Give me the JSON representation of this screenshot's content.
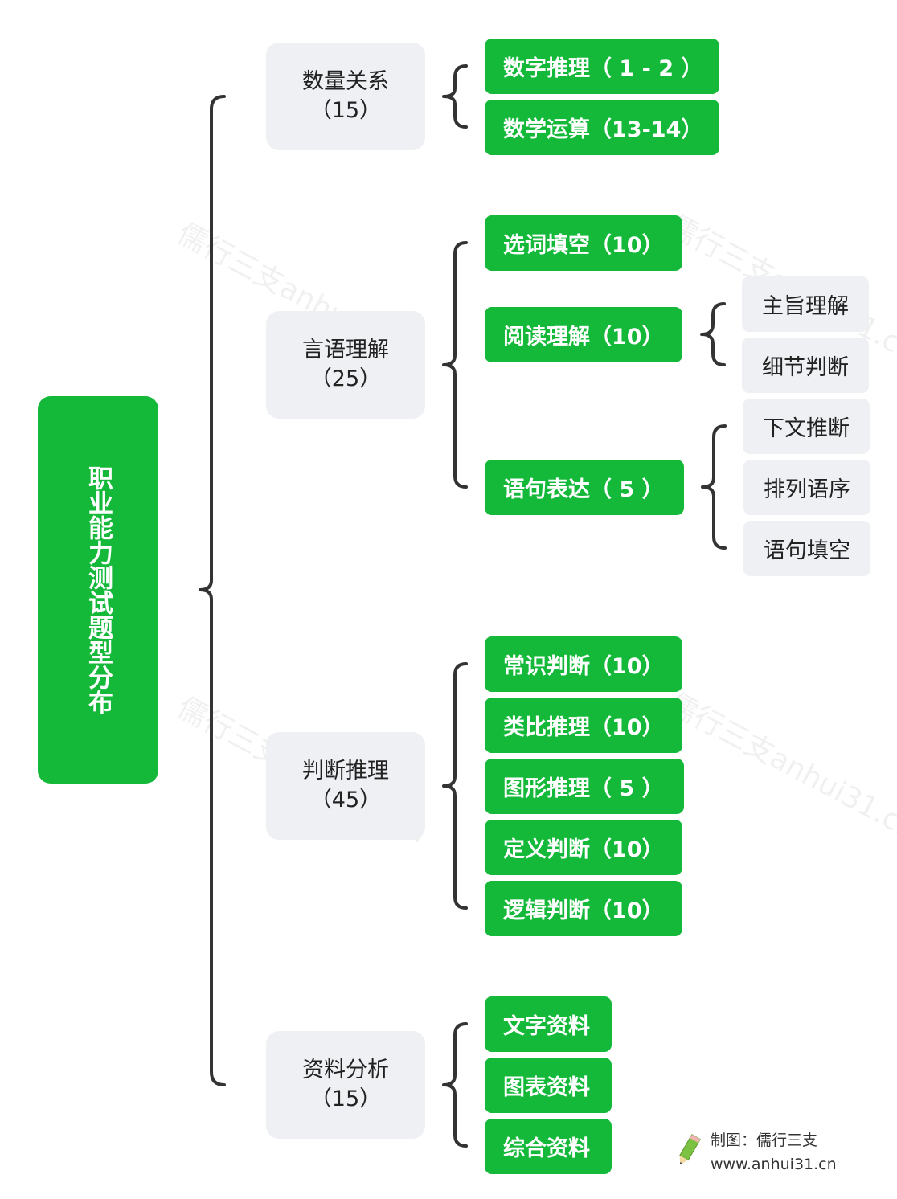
{
  "root": {
    "title": "职业能力测试题型分布"
  },
  "categories": [
    {
      "name": "数量关系",
      "count": "（15）"
    },
    {
      "name": "言语理解",
      "count": "（25）"
    },
    {
      "name": "判断推理",
      "count": "（45）"
    },
    {
      "name": "资料分析",
      "count": "（15）"
    }
  ],
  "items": {
    "quantity": [
      "数字推理（ 1 - 2 ）",
      "数学运算（13-14）"
    ],
    "verbal": [
      "选词填空（10）",
      "阅读理解（10）",
      "语句表达（ 5 ）"
    ],
    "reading_sub": [
      "主旨理解",
      "细节判断"
    ],
    "expression_sub": [
      "下文推断",
      "排列语序",
      "语句填空"
    ],
    "judgment": [
      "常识判断（10）",
      "类比推理（10）",
      "图形推理（ 5 ）",
      "定义判断（10）",
      "逻辑判断（10）"
    ],
    "data_analysis": [
      "文字资料",
      "图表资料",
      "综合资料"
    ]
  },
  "watermark": "儒行三支anhui31.cn",
  "credit": {
    "line1": "制图：儒行三支",
    "line2": "www.anhui31.cn"
  },
  "colors": {
    "green": "#14b93a",
    "grey": "#eef0f3",
    "brace": "#333333"
  }
}
